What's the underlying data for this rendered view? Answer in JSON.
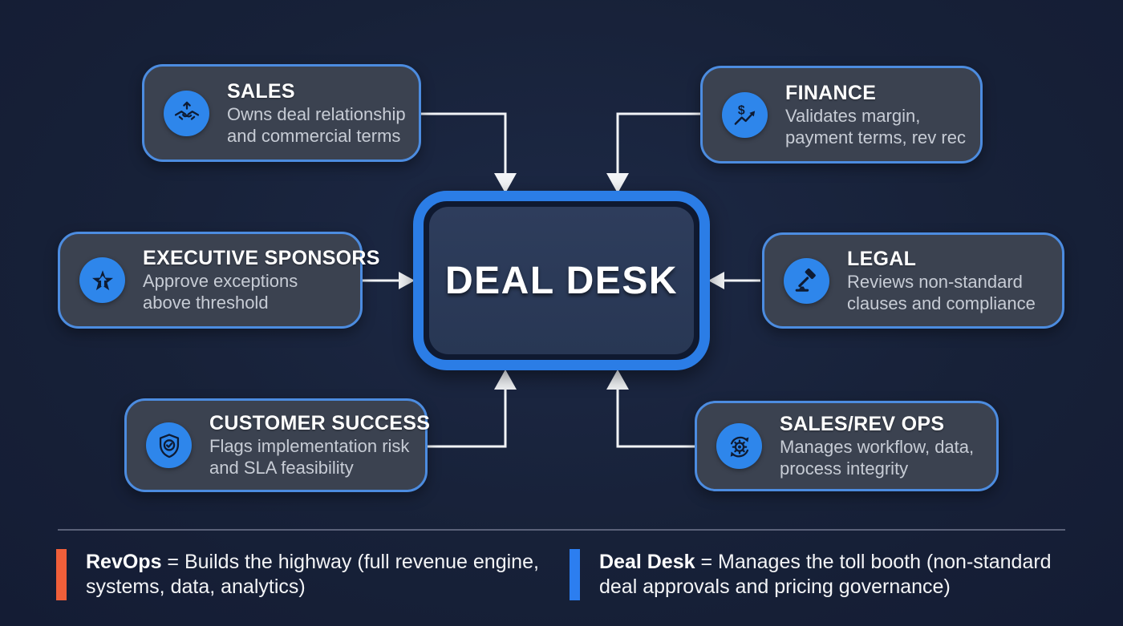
{
  "center": {
    "label": "DEAL DESK"
  },
  "nodes": {
    "sales": {
      "title": "SALES",
      "desc_lines": [
        "Owns deal relationship",
        "and commercial terms"
      ],
      "icon": "handshake-growth-icon"
    },
    "finance": {
      "title": "FINANCE",
      "desc_lines": [
        "Validates margin,",
        "payment terms, rev rec"
      ],
      "icon": "dollar-trend-icon"
    },
    "executive_sponsors": {
      "title": "EXECUTIVE SPONSORS",
      "desc_lines": [
        "Approve exceptions",
        "above threshold"
      ],
      "icon": "star-arrow-icon"
    },
    "legal": {
      "title": "LEGAL",
      "desc_lines": [
        "Reviews non-standard",
        "clauses and compliance"
      ],
      "icon": "gavel-icon"
    },
    "customer_success": {
      "title": "CUSTOMER SUCCESS",
      "desc_lines": [
        "Flags implementation risk",
        "and SLA feasibility"
      ],
      "icon": "shield-check-icon"
    },
    "sales_rev_ops": {
      "title": "SALES/REV OPS",
      "desc_lines": [
        "Manages workflow, data,",
        "process integrity"
      ],
      "icon": "gear-sync-icon"
    }
  },
  "connections": [
    {
      "from": "SALES",
      "to": "DEAL DESK"
    },
    {
      "from": "FINANCE",
      "to": "DEAL DESK"
    },
    {
      "from": "EXECUTIVE SPONSORS",
      "to": "DEAL DESK"
    },
    {
      "from": "LEGAL",
      "to": "DEAL DESK"
    },
    {
      "from": "CUSTOMER SUCCESS",
      "to": "DEAL DESK"
    },
    {
      "from": "SALES/REV OPS",
      "to": "DEAL DESK"
    }
  ],
  "legend": {
    "revops": {
      "term": "RevOps",
      "line1_rest": " = Builds the highway (full revenue engine,",
      "line2": "systems, data, analytics)",
      "bar_color": "#f05f3a"
    },
    "deal_desk": {
      "term": "Deal Desk",
      "line1_rest": " = Manages the toll booth (non-standard",
      "line2": "deal approvals and pricing governance)",
      "bar_color": "#2c7ef0"
    }
  },
  "colors": {
    "background": "#172138",
    "node_fill": "#3b4250",
    "node_border": "#4c8ce0",
    "icon_circle": "#2e86eb",
    "center_border": "#2b7de6",
    "center_fill": "#2c3a57",
    "connector": "#f2f4f7",
    "divider": "#5a6178",
    "accent_orange": "#f05f3a",
    "accent_blue": "#2c7ef0"
  }
}
